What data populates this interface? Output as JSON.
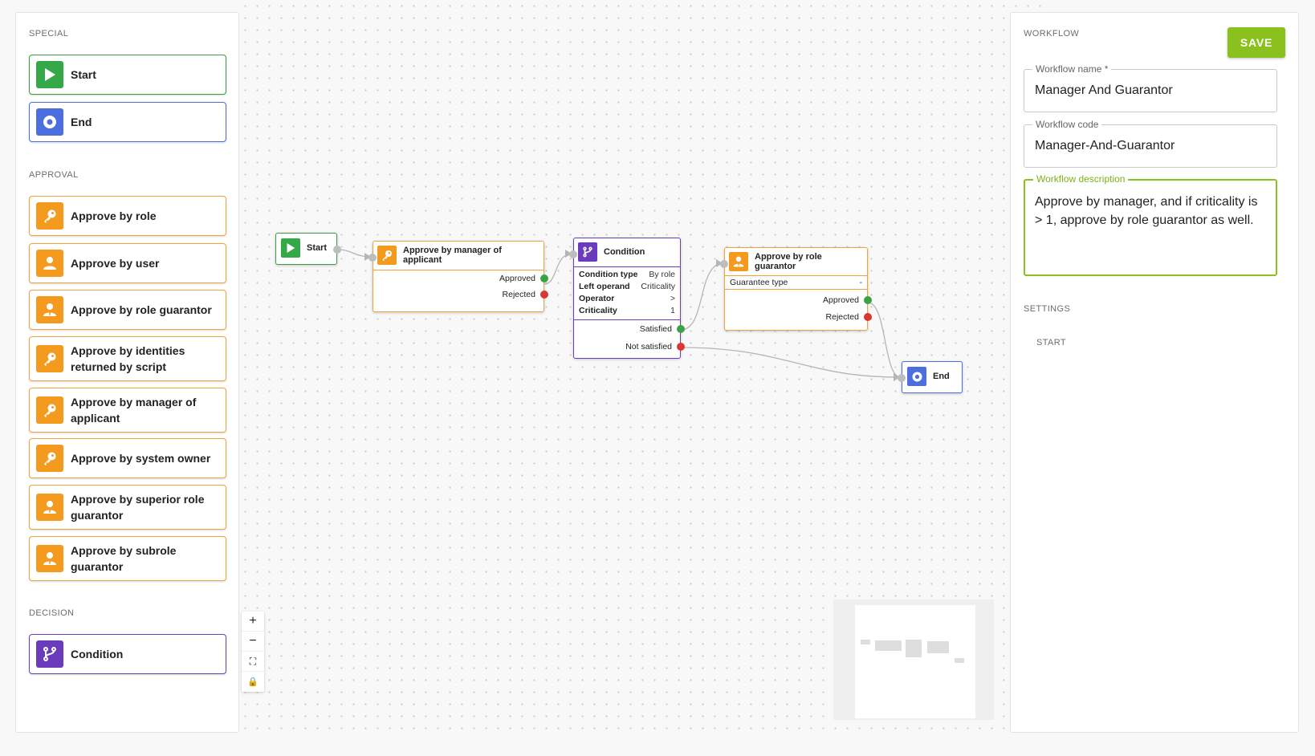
{
  "palette": {
    "special_label": "SPECIAL",
    "approval_label": "APPROVAL",
    "decision_label": "DECISION",
    "special_items": [
      {
        "label": "Start",
        "icon": "play-icon"
      },
      {
        "label": "End",
        "icon": "end-target-icon"
      }
    ],
    "approval_items": [
      {
        "label": "Approve by role",
        "icon": "key-icon"
      },
      {
        "label": "Approve by user",
        "icon": "person-icon"
      },
      {
        "label": "Approve by role guarantor",
        "icon": "person-badge-icon"
      },
      {
        "label": "Approve by identities returned by script",
        "icon": "key-icon"
      },
      {
        "label": "Approve by manager of applicant",
        "icon": "key-icon"
      },
      {
        "label": "Approve by system owner",
        "icon": "key-icon"
      },
      {
        "label": "Approve by superior role guarantor",
        "icon": "person-badge-icon"
      },
      {
        "label": "Approve by subrole guarantor",
        "icon": "person-badge-icon"
      }
    ],
    "decision_items": [
      {
        "label": "Condition",
        "icon": "branch-icon"
      }
    ]
  },
  "canvas": {
    "nodes": {
      "start": {
        "title": "Start"
      },
      "manager": {
        "title": "Approve by manager of applicant",
        "out_approved": "Approved",
        "out_rejected": "Rejected"
      },
      "condition": {
        "title": "Condition",
        "props": [
          {
            "key": "Condition type",
            "value": "By role"
          },
          {
            "key": "Left operand",
            "value": "Criticality"
          },
          {
            "key": "Operator",
            "value": ">"
          },
          {
            "key": "Criticality",
            "value": "1"
          }
        ],
        "out_satisfied": "Satisfied",
        "out_not_satisfied": "Not satisfied"
      },
      "guarantor": {
        "title": "Approve by role guarantor",
        "props": [
          {
            "key": "Guarantee type",
            "value": "-"
          }
        ],
        "out_approved": "Approved",
        "out_rejected": "Rejected"
      },
      "end": {
        "title": "End"
      }
    },
    "controls": [
      {
        "name": "zoom-in-icon",
        "glyph": "+"
      },
      {
        "name": "zoom-out-icon",
        "glyph": "−"
      },
      {
        "name": "fit-view-icon",
        "glyph": "⛶"
      },
      {
        "name": "lock-icon",
        "glyph": "🔒"
      }
    ]
  },
  "panel": {
    "workflow_label": "WORKFLOW",
    "save_label": "SAVE",
    "name_label": "Workflow name *",
    "name_value": "Manager And Guarantor",
    "code_label": "Workflow code",
    "code_value": "Manager-And-Guarantor",
    "description_label": "Workflow description",
    "description_value": "Approve by manager, and if criticality is > 1, approve by role guarantor as well.",
    "settings_label": "SETTINGS",
    "settings_start_label": "START"
  },
  "colors": {
    "start_green": "#35a848",
    "end_blue": "#4c6fe0",
    "approval_orange": "#f49b1f",
    "condition_purple": "#6b3bbd",
    "save_green": "#8bc11f",
    "handle_green": "#3aa346",
    "handle_red": "#d93636"
  }
}
